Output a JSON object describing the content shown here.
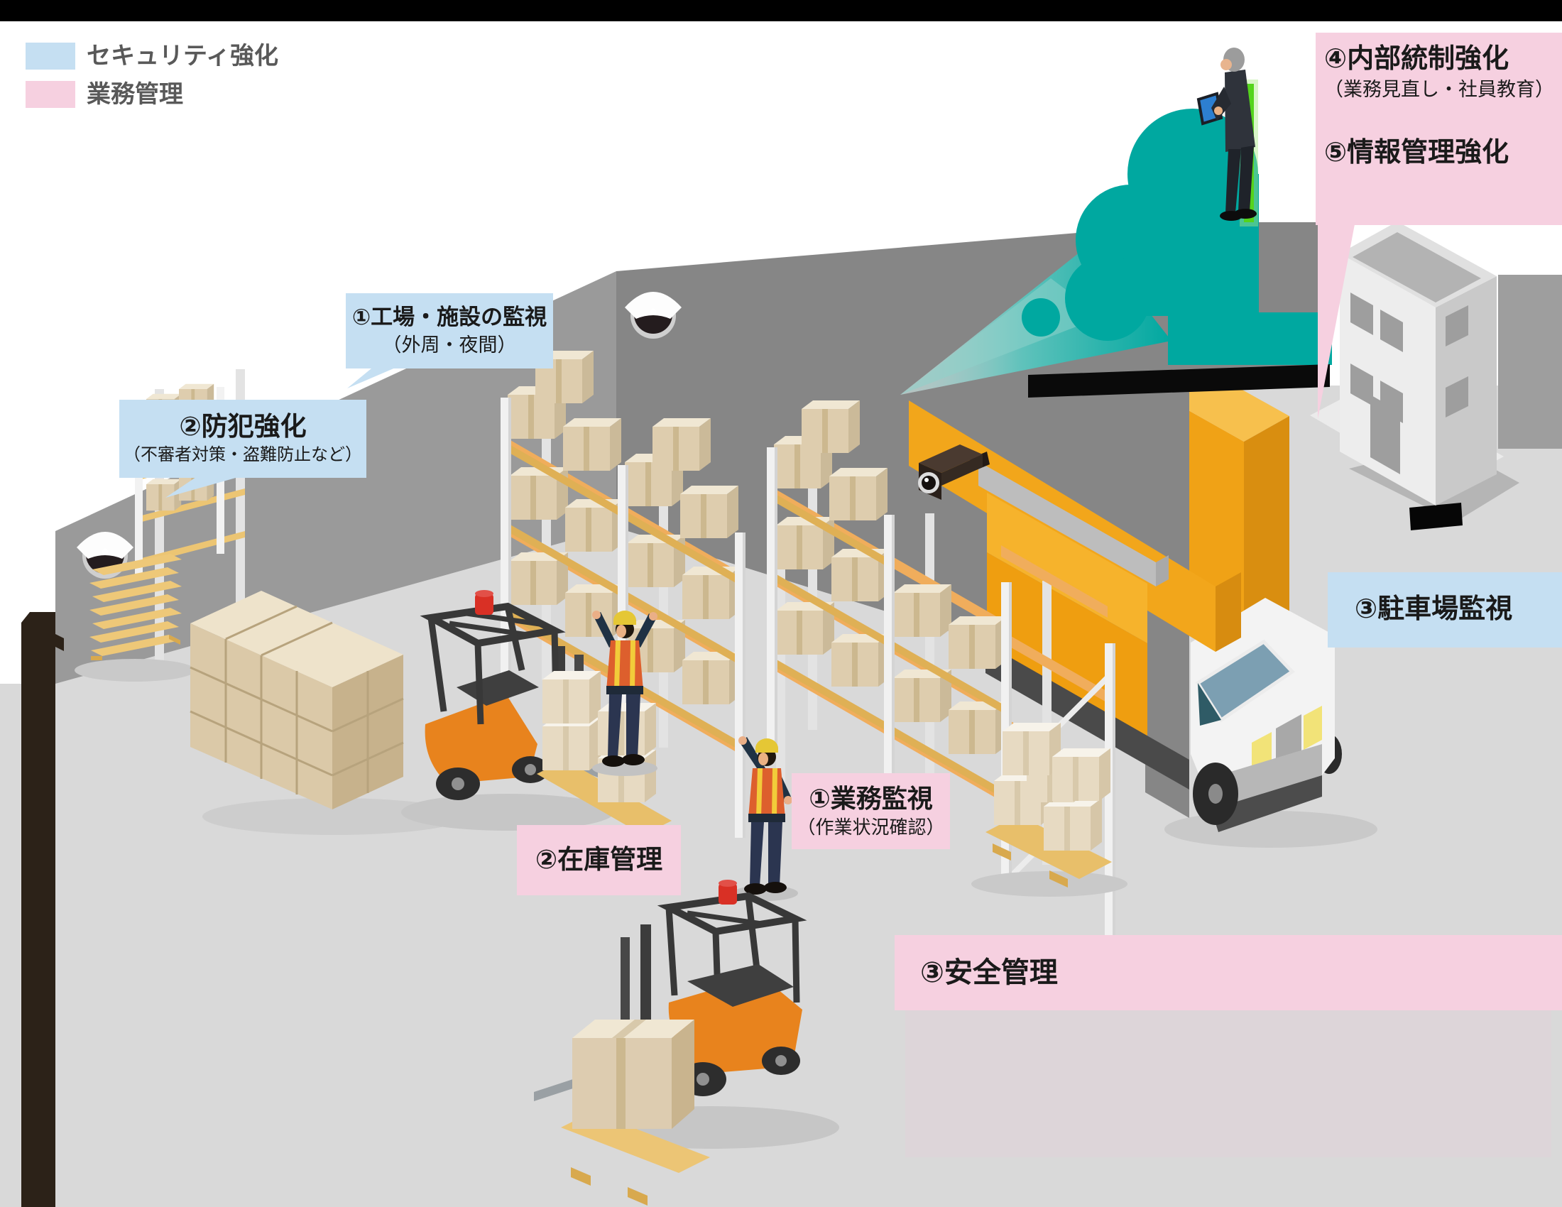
{
  "legend": {
    "items": [
      {
        "id": "security",
        "label": "セキュリティ強化",
        "color_key": "security_blue"
      },
      {
        "id": "management",
        "label": "業務管理",
        "color_key": "management_pink"
      }
    ]
  },
  "annotations": {
    "security": [
      {
        "id": "factory_monitoring",
        "title": "①工場・施設の監視",
        "subtitle": "（外周・夜間）"
      },
      {
        "id": "crime_prevention",
        "title": "②防犯強化",
        "subtitle": "（不審者対策・盗難防止など）"
      },
      {
        "id": "parking_monitoring",
        "title": "③駐車場監視",
        "subtitle": ""
      }
    ],
    "management": [
      {
        "id": "work_monitoring",
        "title": "①業務監視",
        "subtitle": "（作業状況確認）"
      },
      {
        "id": "inventory_management",
        "title": "②在庫管理",
        "subtitle": ""
      },
      {
        "id": "safety_management",
        "title": "③安全管理",
        "subtitle": ""
      },
      {
        "id": "internal_control",
        "title": "④内部統制強化",
        "subtitle": "（業務見直し・社員教育）"
      },
      {
        "id": "info_management",
        "title": "⑤情報管理強化",
        "subtitle": ""
      }
    ]
  },
  "colors": {
    "security_blue": "#c5dff2",
    "management_pink": "#f6d0e0",
    "safety_zone_overlay": "#ddd5d9",
    "accent_teal": "#00a8a0",
    "door_orange": "#f0a216",
    "forklift_orange": "#e8831d",
    "wall_left": "#9a9a9a",
    "wall_back": "#868686",
    "floor": "#d9d9d9",
    "top_bar": "#000000",
    "legend_text": "#595959",
    "label_text": "#1a1a1a"
  },
  "scene": {
    "elements": [
      "dome-camera",
      "dome-camera",
      "bullet-camera",
      "cloud-data-beam",
      "green-status-light",
      "manager-with-tablet",
      "office-building",
      "shutter-door",
      "delivery-truck",
      "pallet-rack",
      "pallet-rack",
      "side-shelf",
      "pallet-stack",
      "cardboard-box-stack",
      "forklift",
      "forklift",
      "warehouse-worker",
      "warehouse-worker",
      "dock-pallet-boxes"
    ]
  }
}
